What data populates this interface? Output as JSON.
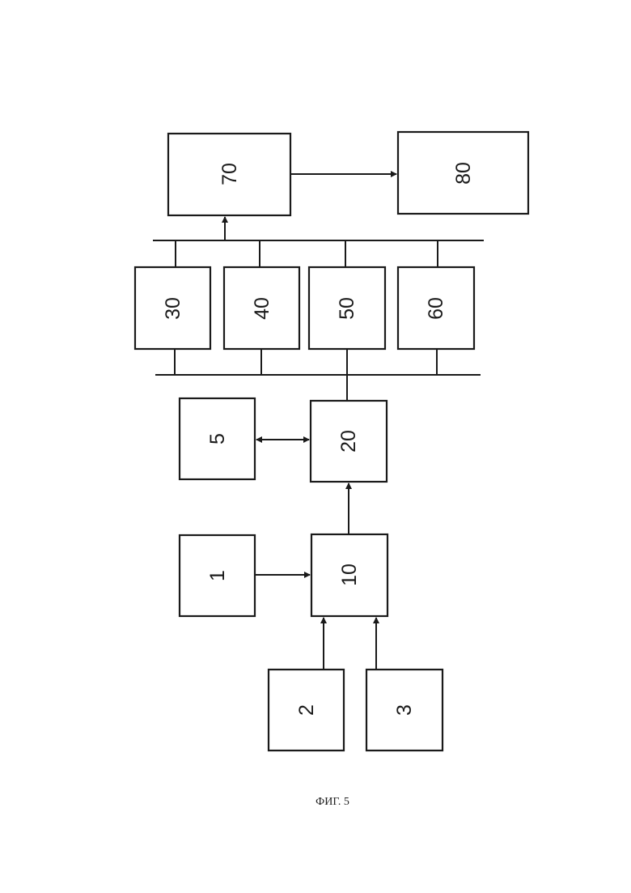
{
  "figure": {
    "caption": "ФИГ. 5",
    "blocks": {
      "b1": "1",
      "b2": "2",
      "b3": "3",
      "b5": "5",
      "b10": "10",
      "b20": "20",
      "b30": "30",
      "b40": "40",
      "b50": "50",
      "b60": "60",
      "b70": "70",
      "b80": "80"
    }
  }
}
